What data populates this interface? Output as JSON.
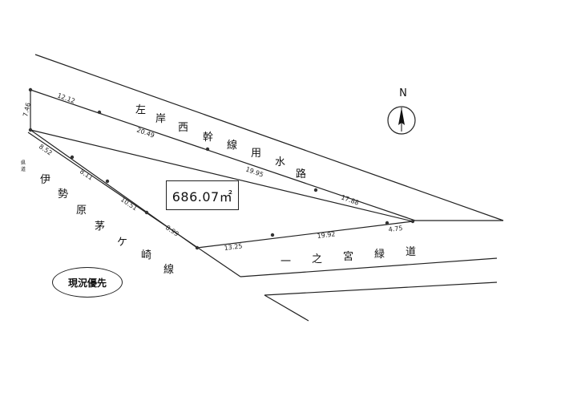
{
  "plot": {
    "area_label": "686.07㎡",
    "status_label": "現況優先"
  },
  "compass": {
    "north_label": "N"
  },
  "dimensions": {
    "left_upper": "7.46",
    "top_edge": "12.12",
    "left_1": "8.52",
    "left_2": "8.11",
    "left_3": "10.51",
    "left_4": "8.99",
    "top_1": "20.49",
    "top_2": "19.95",
    "top_3": "17.88",
    "bottom_1": "13.25",
    "bottom_2": "19.92",
    "bottom_3": "4.75"
  },
  "roads": {
    "canal": [
      "左",
      "岸",
      "西",
      "幹",
      "線",
      "用",
      "水",
      "路"
    ],
    "left_road_prefix": [
      "県",
      "道"
    ],
    "left_road": [
      "伊",
      "勢",
      "原",
      "茅",
      "ケ",
      "崎",
      "線"
    ],
    "bottom_road": [
      "一",
      "之",
      "宮",
      "緑",
      "道"
    ]
  }
}
